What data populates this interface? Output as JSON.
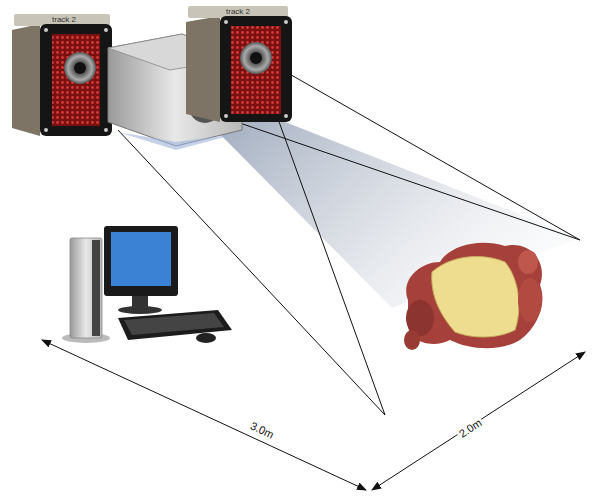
{
  "diagram": {
    "labels": [
      "track 2",
      "track 2",
      "3.0m",
      "2.0m"
    ]
  }
}
